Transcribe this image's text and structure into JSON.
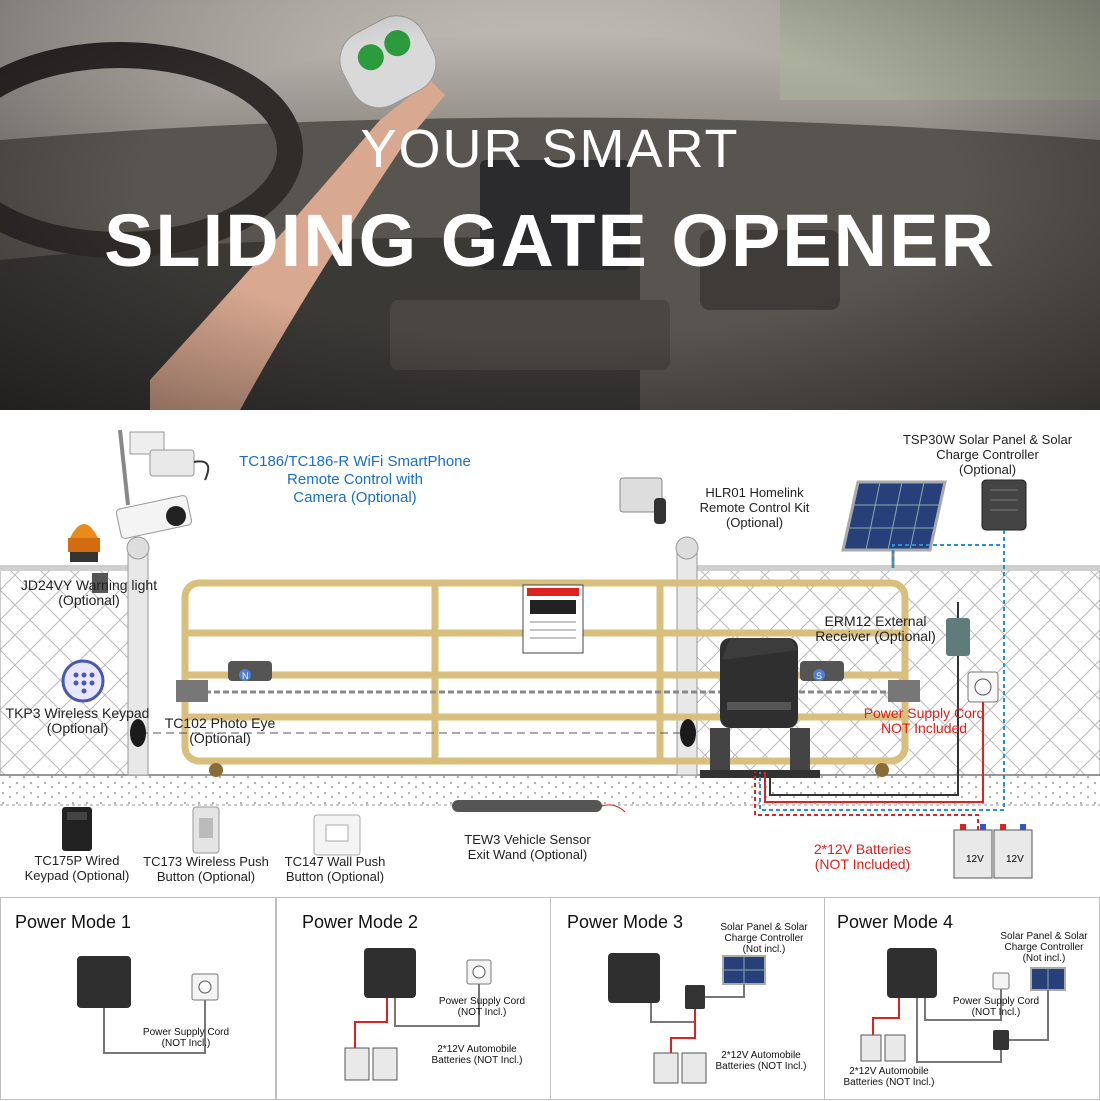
{
  "hero": {
    "line1": "YOUR SMART",
    "line2": "SLIDING GATE OPENER"
  },
  "diagram": {
    "camera": "TC186/TC186-R WiFi SmartPhone Remote Control with Camera (Optional)",
    "camera_l1": "TC186/TC186-R WiFi SmartPhone",
    "camera_l2": "Remote Control with",
    "camera_l3": "Camera (Optional)",
    "homelink_l1": "HLR01 Homelink",
    "homelink_l2": "Remote Control Kit",
    "homelink_l3": "(Optional)",
    "solar_l1": "TSP30W Solar Panel & Solar",
    "solar_l2": "Charge Controller",
    "solar_l3": "(Optional)",
    "warning_l1": "JD24VY Warning light",
    "warning_l2": "(Optional)",
    "keypad_l1": "TKP3 Wireless Keypad",
    "keypad_l2": "(Optional)",
    "photo_l1": "TC102  Photo Eye",
    "photo_l2": "(Optional)",
    "erm_l1": "ERM12 External",
    "erm_l2": "Receiver (Optional)",
    "psu_l1": "Power Supply Cord",
    "psu_l2": "NOT Included",
    "wired_l1": "TC175P Wired",
    "wired_l2": "Keypad (Optional)",
    "push_l1": "TC173 Wireless Push",
    "push_l2": "Button (Optional)",
    "wall_l1": "TC147 Wall Push",
    "wall_l2": "Button (Optional)",
    "wand_l1": "TEW3 Vehicle Sensor",
    "wand_l2": "Exit Wand (Optional)",
    "batt_l1": "2*12V Batteries",
    "batt_l2": "(NOT Included)",
    "rack_n": "N",
    "rack_s": "S",
    "batt_label": "12V"
  },
  "power_modes": [
    {
      "title": "Power Mode 1",
      "psu_l1": "Power Supply Cord",
      "psu_l2": "(NOT Incl.)"
    },
    {
      "title": "Power Mode 2",
      "psu_l1": "Power Supply Cord",
      "psu_l2": "(NOT Incl.)",
      "batt_l1": "2*12V Automobile",
      "batt_l2": "Batteries (NOT Incl.)"
    },
    {
      "title": "Power Mode 3",
      "solar_l1": "Solar Panel & Solar",
      "solar_l2": "Charge Controller",
      "solar_l3": "(Not incl.)",
      "batt_l1": "2*12V Automobile",
      "batt_l2": "Batteries (NOT Incl.)"
    },
    {
      "title": "Power Mode 4",
      "solar_l1": "Solar Panel & Solar",
      "solar_l2": "Charge Controller",
      "solar_l3": "(Not incl.)",
      "psu_l1": "Power Supply Cord",
      "psu_l2": "(NOT Incl.)",
      "batt_l1": "2*12V Automobile",
      "batt_l2": "Batteries (NOT Incl.)"
    }
  ],
  "colors": {
    "accent_blue": "#1a6fc4",
    "warning_red": "#e0201c",
    "gate_gold": "#d9bf7d"
  }
}
